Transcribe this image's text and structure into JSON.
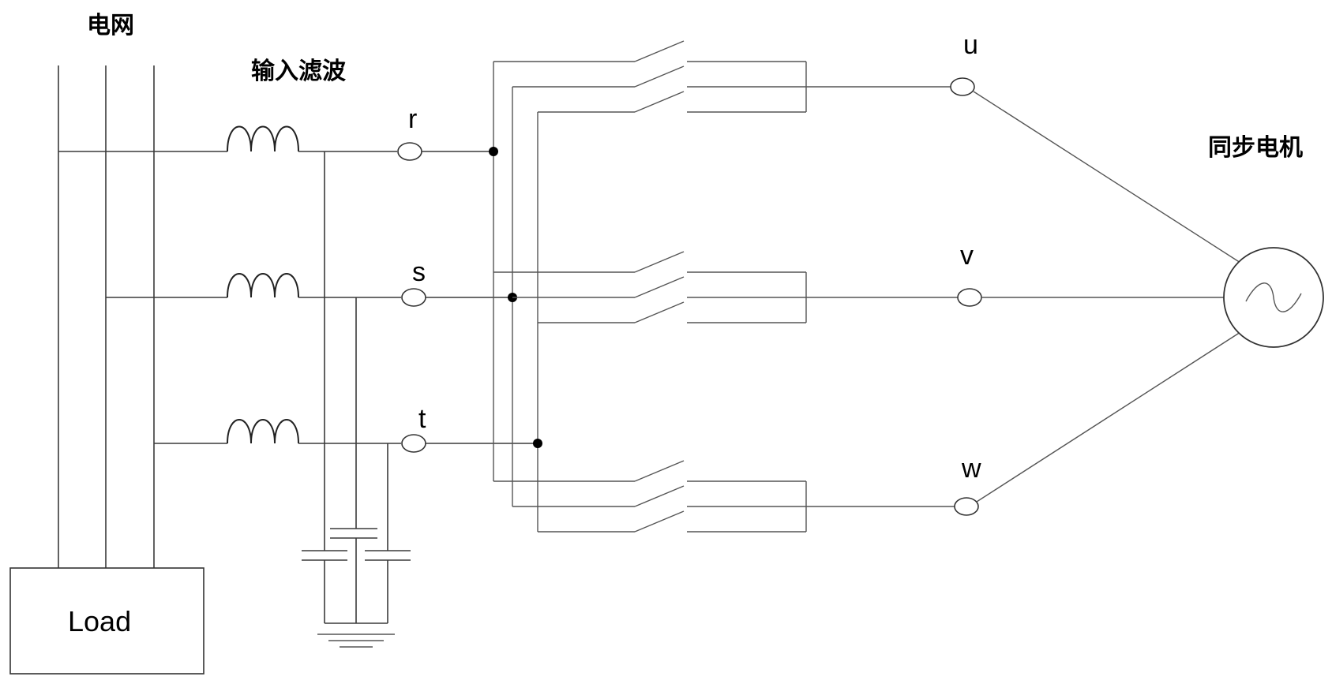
{
  "labels": {
    "grid": "电网",
    "input_filter": "输入滤波",
    "motor": "同步电机",
    "load": "Load"
  },
  "input_terminals": [
    "r",
    "s",
    "t"
  ],
  "output_terminals": [
    "u",
    "v",
    "w"
  ],
  "icons": {
    "inductor": "inductor-coil-icon",
    "capacitor": "capacitor-icon",
    "ground": "ground-icon",
    "switch": "switch-icon",
    "motor": "ac-motor-icon"
  }
}
